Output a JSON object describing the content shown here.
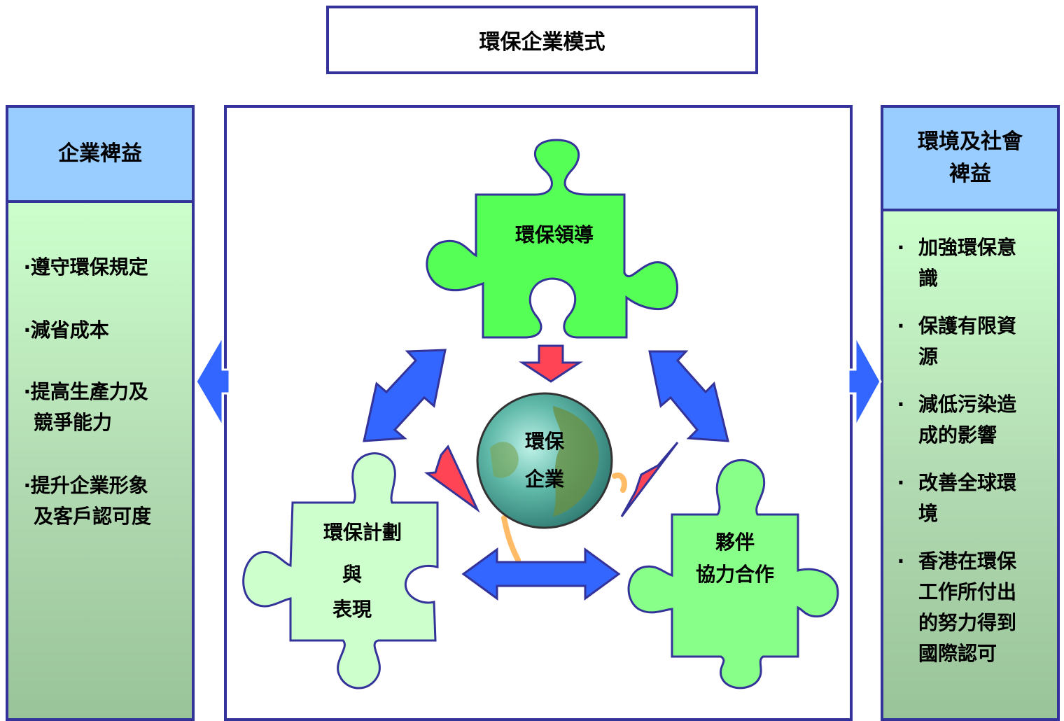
{
  "title": "環保企業模式",
  "left_panel": {
    "heading": "企業裨益",
    "items": [
      "‧遵守環保規定",
      "‧減省成本",
      "‧提高生產力及",
      "競爭能力",
      "‧提升企業形象",
      "及客戶認可度"
    ]
  },
  "right_panel": {
    "heading_line1": "環境及社會",
    "heading_line2": "裨益",
    "bullet": "‧",
    "items": [
      [
        "加強環保意",
        "識"
      ],
      [
        "保護有限資",
        "源"
      ],
      [
        "減低污染造",
        "成的影響"
      ],
      [
        "改善全球環",
        "境"
      ],
      [
        "香港在環保",
        "工作所付出",
        "的努力得到",
        "國際認可"
      ]
    ]
  },
  "center": {
    "top_piece": "環保領導",
    "globe_line1": "環保",
    "globe_line2": "企業",
    "left_piece_line1": "環保計劃",
    "left_piece_line2": "與",
    "left_piece_line3": "表現",
    "right_piece_line1": "夥伴",
    "right_piece_line2": "協力合作"
  },
  "colors": {
    "border": "#33339a",
    "header_fill": "#99ccff",
    "arrow_blue": "#3366ff",
    "arrow_red": "#ff3333",
    "piece_top": "#55ff55",
    "piece_right": "#88ff88",
    "piece_left": "#ccffcc"
  }
}
